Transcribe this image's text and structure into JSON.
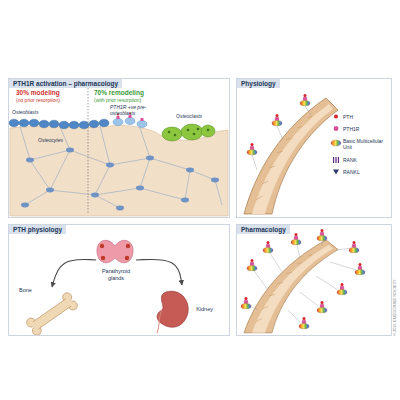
{
  "diagram": {
    "nodes": [
      {
        "text": [
          "PTH1R activation – pharmacology"
        ]
      },
      {
        "text": [
          "Physiology"
        ]
      },
      {
        "text": [
          "PTH physiology"
        ]
      },
      {
        "text": [
          "Parathyroid glands"
        ],
        "in": 2
      },
      {
        "text": [
          "Bone"
        ],
        "in": 2
      },
      {
        "text": [
          "Kidney"
        ],
        "in": 2
      },
      {
        "text": [
          "Pharmacology"
        ]
      }
    ],
    "edges": [
      {
        "from": 3,
        "to": 4,
        "arrow": "to"
      },
      {
        "from": 3,
        "to": 5,
        "arrow": "to"
      }
    ],
    "labels": [
      "30% modeling",
      "(no prior resorption)",
      "70% remodeling",
      "(with prior resorption)",
      "Osteoblasts",
      "PTH1R +ve pre-osteoblasts",
      "Osteocytes",
      "Osteoclasts",
      "© 2021 ENDOCRINE SOCIETY"
    ],
    "legend": [
      {
        "text": "PTH"
      },
      {
        "text": "PTH1R"
      },
      {
        "text": "Basic Multicellular Unit"
      },
      {
        "text": "RANK"
      },
      {
        "text": "RANKL"
      }
    ]
  }
}
